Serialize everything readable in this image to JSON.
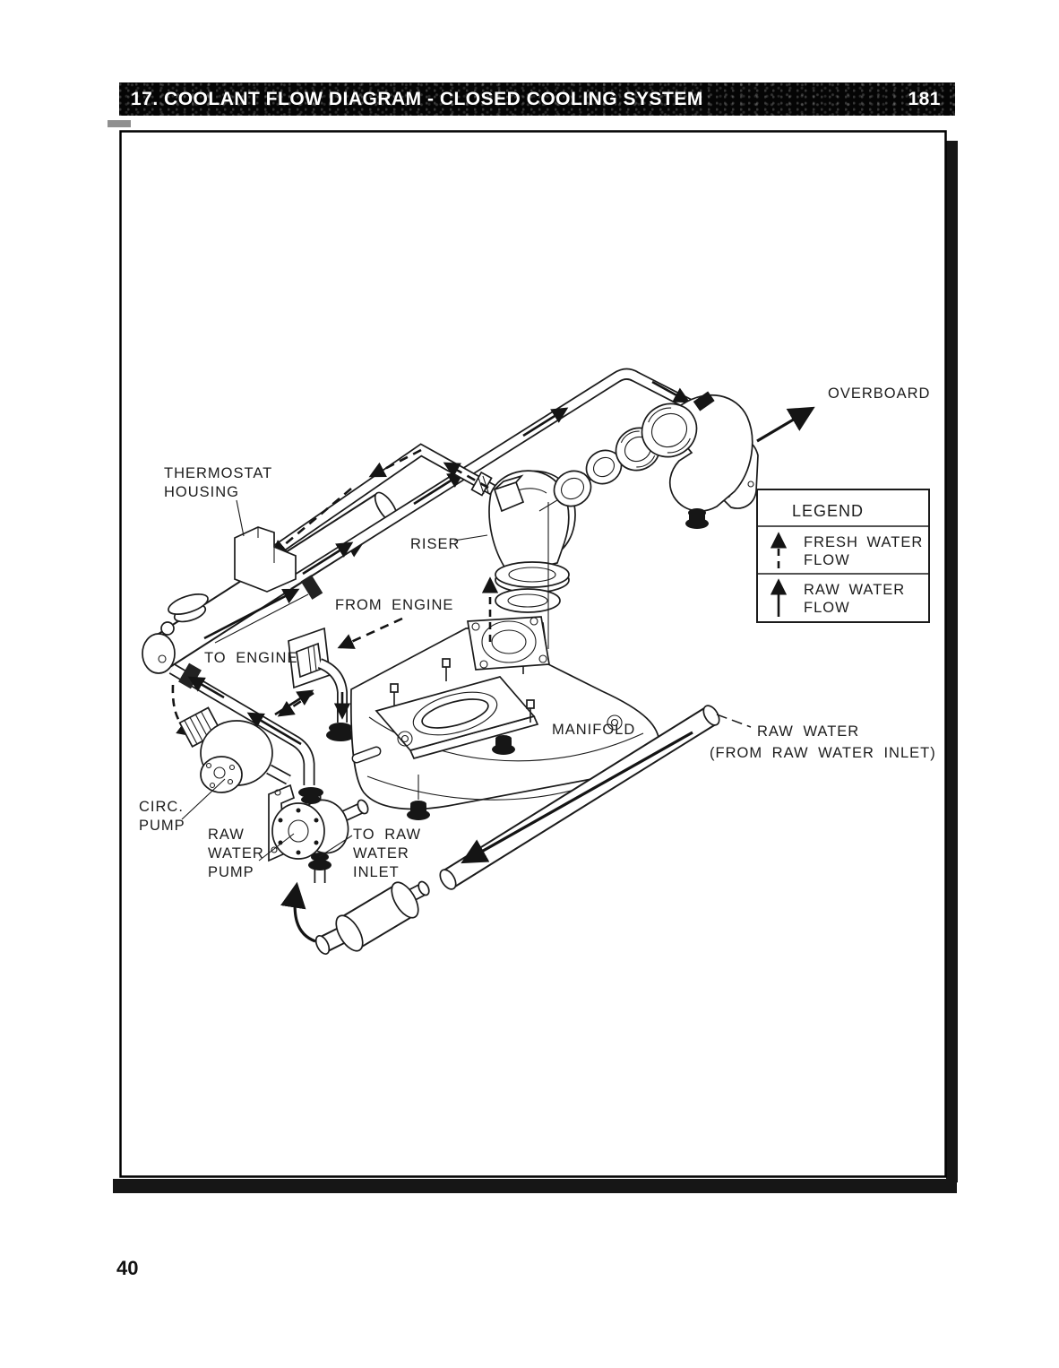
{
  "page": {
    "header": {
      "title": "17. COOLANT FLOW DIAGRAM - CLOSED COOLING SYSTEM",
      "page_number": "181"
    },
    "footer": {
      "page_number": "40"
    }
  },
  "diagram": {
    "labels": {
      "thermostat_housing": [
        "THERMOSTAT",
        "HOUSING"
      ],
      "riser": "RISER",
      "from_engine": "FROM ENGINE",
      "to_engine": "TO ENGINE",
      "overboard": "OVERBOARD",
      "manifold": "MANIFOLD",
      "raw_water_source": [
        "RAW WATER",
        "(FROM RAW WATER INLET)"
      ],
      "circ_pump": [
        "CIRC.",
        "PUMP"
      ],
      "raw_water_pump": [
        "RAW",
        "WATER",
        "PUMP"
      ],
      "to_raw_water_inlet": [
        "TO RAW",
        "WATER",
        "INLET"
      ]
    },
    "legend": {
      "title": "LEGEND",
      "items": [
        {
          "line1": "FRESH WATER",
          "line2": "FLOW",
          "flow_style": "dashed"
        },
        {
          "line1": "RAW WATER",
          "line2": "FLOW",
          "flow_style": "solid"
        }
      ]
    },
    "colors": {
      "line": "#1b1b1b",
      "paper": "#ffffff",
      "header_bg": "#050505",
      "header_text": "#ffffff"
    }
  }
}
